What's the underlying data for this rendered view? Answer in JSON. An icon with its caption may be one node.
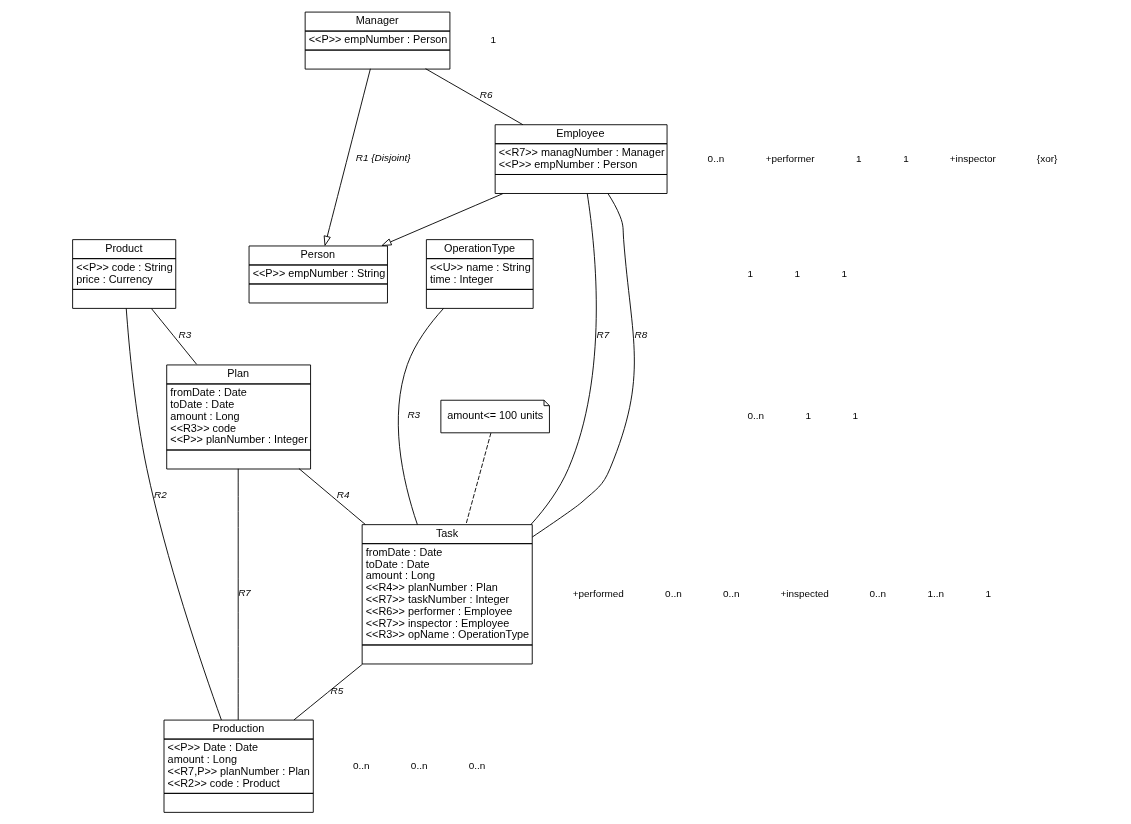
{
  "diagram": {
    "nodes": [
      {
        "text": [
          "Person",
          "<<P>> empNumber : String"
        ]
      },
      {
        "text": [
          "OperationType",
          "<<U>> name : String",
          "time : Integer"
        ]
      },
      {
        "text": [
          "Product",
          "<<P>> code : String",
          "price : Currency"
        ]
      },
      {
        "text": [
          "Manager",
          "<<P>> empNumber : Person"
        ]
      },
      {
        "text": [
          "Plan",
          "fromDate : Date",
          "toDate : Date",
          "amount : Long",
          "<<R3>> code",
          "<<P>> planNumber : Integer"
        ]
      },
      {
        "text": [
          "amount<= 100 units"
        ]
      },
      {
        "text": [
          "Employee",
          "<<R7>> managNumber : Manager",
          "<<P>> empNumber : Person"
        ]
      },
      {
        "text": [
          "Task",
          "fromDate : Date",
          "toDate : Date",
          "amount : Long",
          "<<R4>> planNumber : Plan",
          "<<R7>> taskNumber : Integer",
          "<<R6>> performer : Employee",
          "<<R7>> inspector : Employee",
          "<<R3>> opName : OperationType"
        ]
      },
      {
        "text": [
          "Production",
          "<<P>> Date : Date",
          "amount : Long",
          "<<R7,P>> planNumber : Plan",
          "<<R2>> code : Product"
        ]
      }
    ],
    "edges": [
      {
        "from": 3,
        "to": 0,
        "arrow": "to",
        "label": "R1 {Disjoint}"
      },
      {
        "from": 6,
        "to": 0,
        "arrow": "to"
      },
      {
        "from": 3,
        "to": 6,
        "arrow": "none",
        "label": "R6"
      },
      {
        "from": 6,
        "to": 7,
        "arrow": "none",
        "label": "R7"
      },
      {
        "from": 6,
        "to": 7,
        "arrow": "none",
        "label": "R8"
      },
      {
        "from": 5,
        "to": 7,
        "arrow": "none",
        "style": "dashed"
      },
      {
        "from": 1,
        "to": 7,
        "arrow": "none",
        "label": "R3"
      },
      {
        "from": 2,
        "to": 4,
        "arrow": "none",
        "label": "R3"
      },
      {
        "from": 2,
        "to": 8,
        "arrow": "none",
        "label": "R2"
      },
      {
        "from": 4,
        "to": 7,
        "arrow": "none",
        "label": "R4"
      },
      {
        "from": 4,
        "to": 8,
        "arrow": "none",
        "label": "R7"
      },
      {
        "from": 7,
        "to": 8,
        "arrow": "none",
        "label": "R5"
      }
    ],
    "labels": [
      "1",
      "1",
      "1",
      "0..n",
      "1",
      "0..n",
      "+performer",
      "1",
      "1",
      "+inspector",
      "{xor}",
      "1",
      "1",
      "+performed",
      "0..n",
      "0..n",
      "+inspected",
      "0..n",
      "0..n",
      "0..n",
      "1..n",
      "1",
      "0..n"
    ]
  }
}
